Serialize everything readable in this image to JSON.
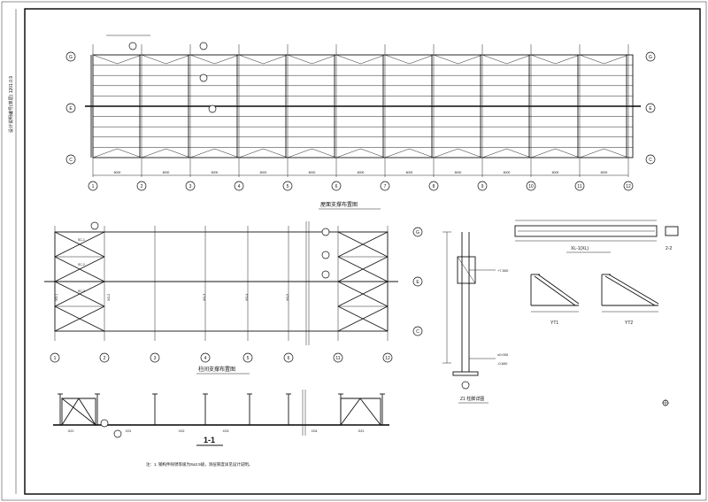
{
  "sheet": {
    "title_block_text": "设计说明编号(单层) 1201.0.9",
    "note_text": "注：1. 钢构件除锈等级为Sa2.5级，涂层厚度详见设计说明。"
  },
  "plan_top": {
    "title": "屋面支撑布置图",
    "col_axes": [
      "1",
      "2",
      "3",
      "4",
      "5",
      "6",
      "7",
      "8",
      "9",
      "10",
      "11",
      "12"
    ],
    "row_axes": [
      "G",
      "E",
      "C"
    ],
    "dim_values": [
      "6000",
      "6000",
      "6000",
      "6000",
      "6000",
      "6000",
      "6000",
      "6000",
      "6000",
      "6000",
      "6000"
    ]
  },
  "plan_bottom": {
    "title": "柱间支撑布置图",
    "col_axes": [
      "1",
      "2",
      "3",
      "4",
      "5",
      "6",
      "11",
      "12"
    ],
    "row_axes": [
      "G",
      "E",
      "C"
    ],
    "member_labels": [
      "SC-1",
      "SC-2",
      "SC-3",
      "XG-1",
      "XG-2",
      "XG-3",
      "XG-4",
      "XG-5"
    ]
  },
  "section_11": {
    "title": "1-1",
    "labels": [
      "GZ1",
      "XG1",
      "XG2",
      "XG3",
      "XG4",
      "GZ1"
    ]
  },
  "column_detail": {
    "title": "Z1 柱脚详图",
    "labels": [
      "±0.000",
      "-0.600",
      "+7.500"
    ]
  },
  "beam_detail": {
    "title": "XL-1(XL)",
    "section_title": "2-2"
  },
  "corbel_details": [
    {
      "title": "YT1"
    },
    {
      "title": "YT2"
    }
  ]
}
